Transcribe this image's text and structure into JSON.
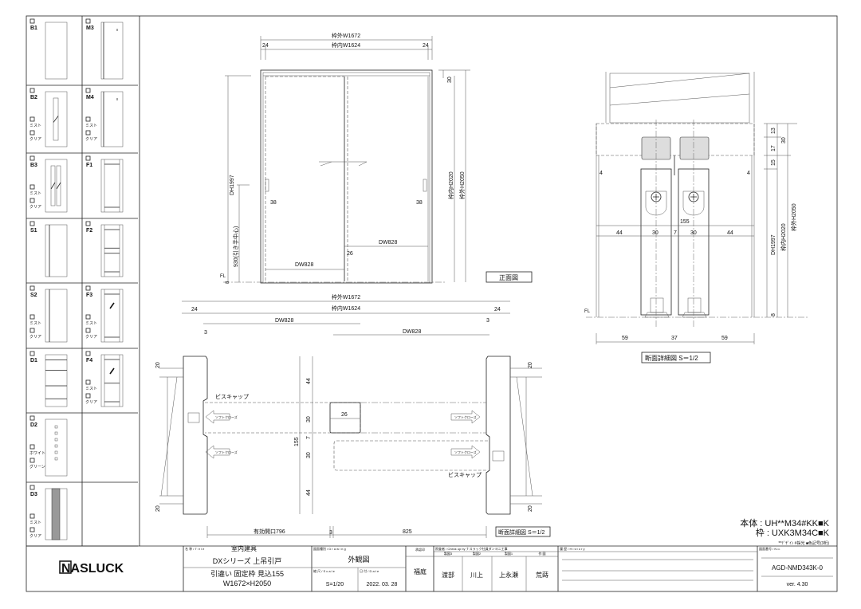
{
  "sidebar": {
    "left": [
      {
        "code": "B1",
        "options": [],
        "style": "plain"
      },
      {
        "code": "B2",
        "options": [
          "ミスト",
          "クリア"
        ],
        "style": "slit1"
      },
      {
        "code": "B3",
        "options": [
          "ミスト",
          "クリア"
        ],
        "style": "slit2"
      },
      {
        "code": "S1",
        "options": [],
        "style": "line"
      },
      {
        "code": "S2",
        "options": [
          "ミスト",
          "クリア"
        ],
        "style": "line2"
      },
      {
        "code": "D1",
        "options": [],
        "style": "rails"
      },
      {
        "code": "D2",
        "options": [
          "ホワイト",
          "グリーン"
        ],
        "style": "dots"
      },
      {
        "code": "D3",
        "options": [
          "ミスト",
          "クリア"
        ],
        "style": "band"
      }
    ],
    "right": [
      {
        "code": "M3",
        "options": [],
        "style": "m"
      },
      {
        "code": "M4",
        "options": [
          "ミスト",
          "クリア"
        ],
        "style": "m2"
      },
      {
        "code": "F1",
        "options": [],
        "style": "f1"
      },
      {
        "code": "F2",
        "options": [],
        "style": "f2"
      },
      {
        "code": "F3",
        "options": [
          "ミスト",
          "クリア"
        ],
        "style": "f3"
      },
      {
        "code": "F4",
        "options": [
          "ミスト",
          "クリア"
        ],
        "style": "f4"
      },
      null,
      null
    ]
  },
  "front": {
    "w_outer": "枠外W1672",
    "w_inner": "枠内W1624",
    "side_left": "24",
    "side_right": "24",
    "top_30": "30",
    "h_inner": "枠内H2020",
    "h_outer": "枠外H2050",
    "dh": "DH1997",
    "handle_h": "930(引き手中心)",
    "handle_l": "38",
    "handle_r": "38",
    "dw_left": "DW828",
    "dw_right": "DW828",
    "overlap": "26",
    "fl": "FL",
    "fl_8": "8",
    "label": "正面図"
  },
  "plan": {
    "w_outer": "枠外W1672",
    "w_inner": "枠内W1624",
    "side_left": "24",
    "side_right": "24",
    "dw_left": "DW828",
    "dw_right": "DW828",
    "gap_left": "3",
    "gap_right": "3",
    "d44a": "44",
    "d30a": "30",
    "d7": "7",
    "d30b": "30",
    "d44b": "44",
    "d155": "155",
    "d26": "26",
    "d20": "20",
    "screw_cap": "ビスキャップ",
    "soft_close": "ソフトクローズ",
    "opening": "有効開口796",
    "gap_bottom": "3",
    "d825": "825",
    "label": "断面詳細図 S＝1/2"
  },
  "section": {
    "d13": "13",
    "d17": "17",
    "d30": "30",
    "d15": "15",
    "d4l": "4",
    "d4r": "4",
    "d155": "155",
    "d44a": "44",
    "d30a": "30",
    "d7": "7",
    "d30b": "30",
    "d44b": "44",
    "dh": "DH1997",
    "h_inner": "枠内H2020",
    "h_outer": "枠外H2050",
    "d8": "8",
    "fl": "FL",
    "d59a": "59",
    "d37": "37",
    "d59b": "59",
    "label": "断面詳細図 S＝1/2"
  },
  "spec": {
    "body": "本体 : UH**M34#KK■K",
    "frame": "枠 : UXK3M34C■K",
    "note": "**ﾃﾞｻﾞｲﾝ #採光  ■色記号(3桁)"
  },
  "title_block": {
    "logo": "NASLUCK",
    "title_hdr": "名 称 / T i t l e",
    "title_1": "室内建具",
    "title_2": "DXシリーズ 上吊引戸",
    "title_3": "引違い 固定枠 見込155",
    "title_4": "W1672×H2050",
    "drawing_hdr": "図面種別 / D r a w i n g",
    "drawing": "外観図",
    "scale_hdr": "縮 尺 / S c a l e",
    "scale": "S=1/20",
    "date_hdr": "日 付 / D a t e",
    "date": "2022. 03. 28",
    "approve_hdr": "承認印",
    "approve": "福庭",
    "check_hdr": "照査者 / Check up by ナスラック社員ダンヨニ工事",
    "check_cols": [
      {
        "hdr": "製図3",
        "name": "渡部"
      },
      {
        "hdr": "製図2",
        "name": "川上"
      },
      {
        "hdr": "製図1",
        "name": "上永瀬"
      },
      {
        "hdr": "作 図",
        "name": "荒蒔"
      }
    ],
    "history_hdr": "履 歴 / H i s t o r y",
    "number_hdr": "図面番号 / N o.",
    "number": "AGD-NMD343K-0",
    "version": "ver. 4.30"
  }
}
